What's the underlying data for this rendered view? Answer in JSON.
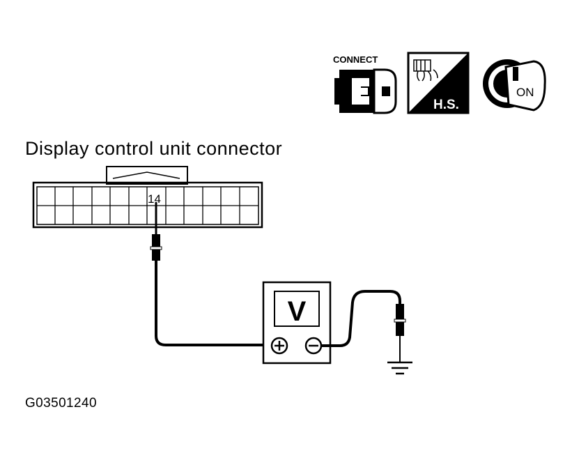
{
  "diagram": {
    "title": "Display control unit connector",
    "reference_code": "G03501240",
    "icons": {
      "connect": {
        "label": "CONNECT",
        "icon": "connect-icon"
      },
      "harness_side": {
        "label": "H.S.",
        "icon": "harness-side-icon"
      },
      "ignition": {
        "label": "ON",
        "icon": "ignition-key-on-icon"
      }
    },
    "connector": {
      "pin_label": "14"
    },
    "voltmeter": {
      "display": "V",
      "positive_terminal": "plus-terminal-icon",
      "negative_terminal": "minus-terminal-icon"
    },
    "ground": {
      "icon": "ground-symbol-icon"
    }
  }
}
